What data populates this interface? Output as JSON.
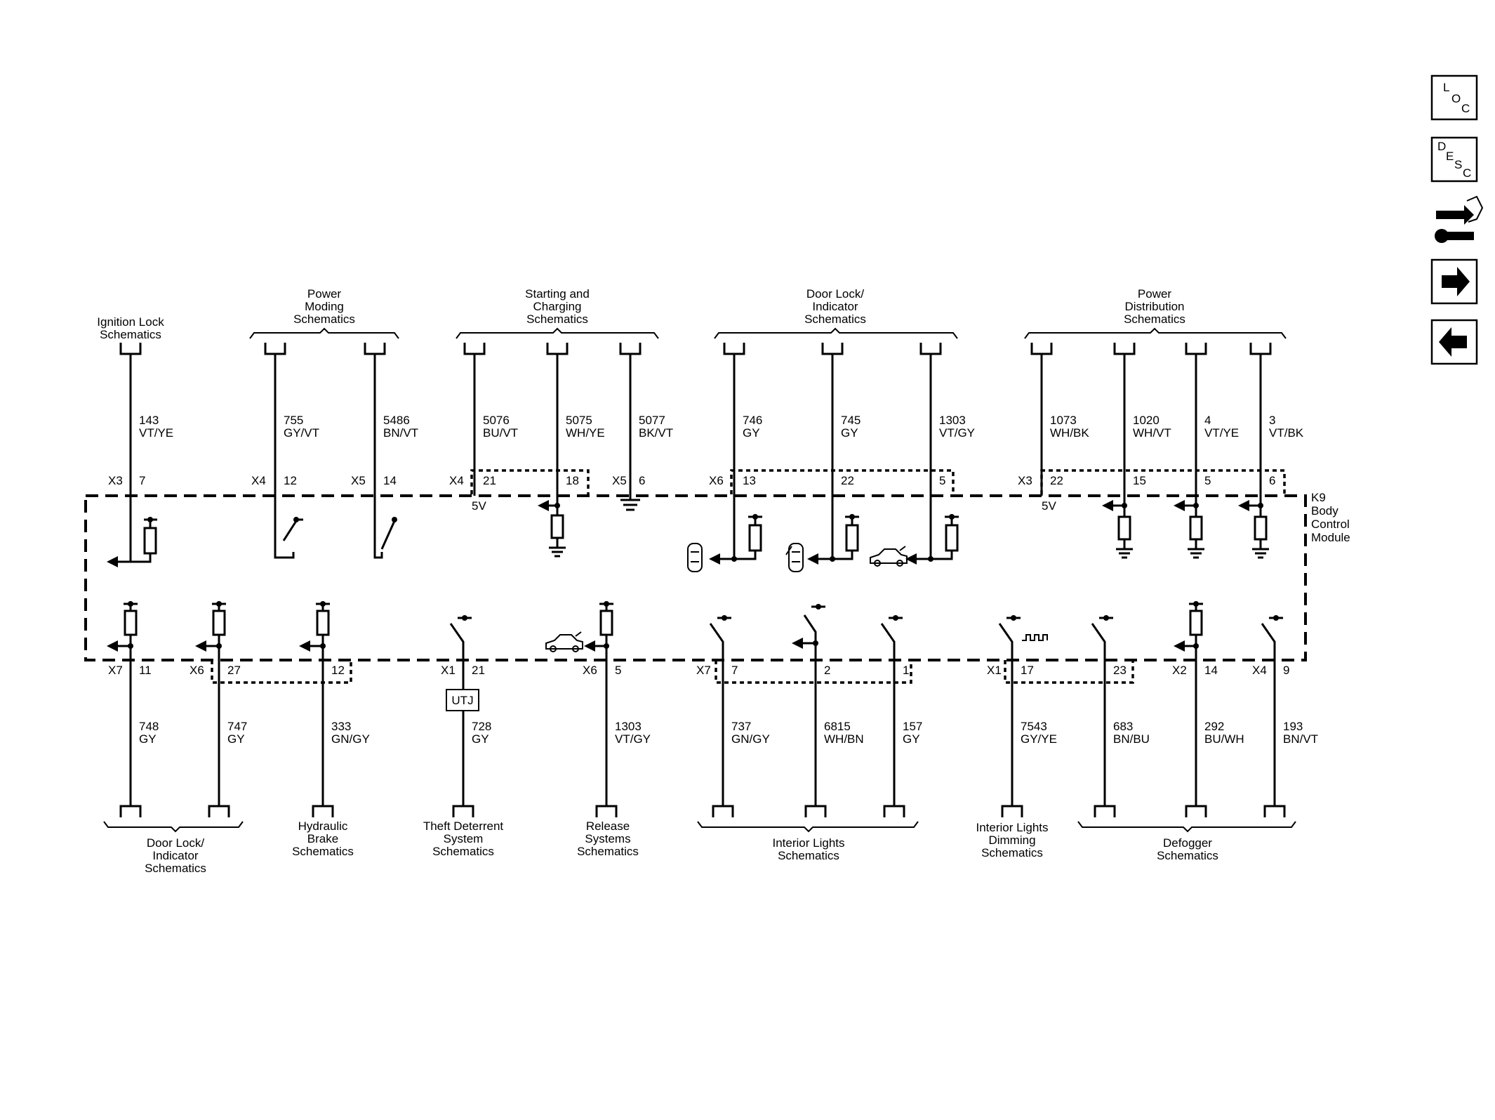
{
  "module": {
    "ref": "K9",
    "lines": [
      "Body",
      "Control",
      "Module"
    ]
  },
  "voltage_label": "5V",
  "nav": {
    "loc": [
      "L",
      "O",
      "C"
    ],
    "desc": [
      "D",
      "E",
      "S",
      "C"
    ],
    "icons": [
      "loc-icon",
      "desc-icon",
      "connector-repair-icon",
      "arrow-right-icon",
      "arrow-left-icon"
    ]
  },
  "top_groups": [
    {
      "lines": [
        "Ignition Lock",
        "Schematics"
      ]
    },
    {
      "lines": [
        "Power",
        "Moding",
        "Schematics"
      ]
    },
    {
      "lines": [
        "Starting and",
        "Charging",
        "Schematics"
      ]
    },
    {
      "lines": [
        "Door Lock/",
        "Indicator",
        "Schematics"
      ]
    },
    {
      "lines": [
        "Power",
        "Distribution",
        "Schematics"
      ]
    }
  ],
  "top_circuits": [
    {
      "connector": "X3",
      "pin": "7",
      "circuit": "143",
      "color": "VT/YE"
    },
    {
      "connector": "X4",
      "pin": "12",
      "circuit": "755",
      "color": "GY/VT"
    },
    {
      "connector": "X5",
      "pin": "14",
      "circuit": "5486",
      "color": "BN/VT"
    },
    {
      "connector": "X4",
      "pin": "21",
      "circuit": "5076",
      "color": "BU/VT"
    },
    {
      "connector": "",
      "pin": "18",
      "circuit": "5075",
      "color": "WH/YE"
    },
    {
      "connector": "X5",
      "pin": "6",
      "circuit": "5077",
      "color": "BK/VT"
    },
    {
      "connector": "X6",
      "pin": "13",
      "circuit": "746",
      "color": "GY"
    },
    {
      "connector": "",
      "pin": "22",
      "circuit": "745",
      "color": "GY"
    },
    {
      "connector": "",
      "pin": "5",
      "circuit": "1303",
      "color": "VT/GY"
    },
    {
      "connector": "X3",
      "pin": "22",
      "circuit": "1073",
      "color": "WH/BK"
    },
    {
      "connector": "",
      "pin": "15",
      "circuit": "1020",
      "color": "WH/VT"
    },
    {
      "connector": "",
      "pin": "5",
      "circuit": "4",
      "color": "VT/YE"
    },
    {
      "connector": "",
      "pin": "6",
      "circuit": "3",
      "color": "VT/BK"
    }
  ],
  "bottom_circuits": [
    {
      "connector": "X7",
      "pin": "11",
      "circuit": "748",
      "color": "GY"
    },
    {
      "connector": "X6",
      "pin": "27",
      "circuit": "747",
      "color": "GY"
    },
    {
      "connector": "",
      "pin": "12",
      "circuit": "333",
      "color": "GN/GY"
    },
    {
      "connector": "X1",
      "pin": "21",
      "circuit": "728",
      "color": "GY"
    },
    {
      "connector": "X6",
      "pin": "5",
      "circuit": "1303",
      "color": "VT/GY"
    },
    {
      "connector": "X7",
      "pin": "7",
      "circuit": "737",
      "color": "GN/GY"
    },
    {
      "connector": "",
      "pin": "2",
      "circuit": "6815",
      "color": "WH/BN"
    },
    {
      "connector": "",
      "pin": "1",
      "circuit": "157",
      "color": "GY"
    },
    {
      "connector": "X1",
      "pin": "17",
      "circuit": "7543",
      "color": "GY/YE"
    },
    {
      "connector": "",
      "pin": "23",
      "circuit": "683",
      "color": "BN/BU"
    },
    {
      "connector": "X2",
      "pin": "14",
      "circuit": "292",
      "color": "BU/WH"
    },
    {
      "connector": "X4",
      "pin": "9",
      "circuit": "193",
      "color": "BN/VT"
    }
  ],
  "utj_label": "UTJ",
  "bottom_groups": [
    {
      "lines": [
        "Door Lock/",
        "Indicator",
        "Schematics"
      ]
    },
    {
      "lines": [
        "Hydraulic",
        "Brake",
        "Schematics"
      ]
    },
    {
      "lines": [
        "Theft Deterrent",
        "System",
        "Schematics"
      ]
    },
    {
      "lines": [
        "Release",
        "Systems",
        "Schematics"
      ]
    },
    {
      "lines": [
        "Interior Lights",
        "Schematics"
      ]
    },
    {
      "lines": [
        "Interior Lights",
        "Dimming",
        "Schematics"
      ]
    },
    {
      "lines": [
        "Defogger",
        "Schematics"
      ]
    }
  ]
}
